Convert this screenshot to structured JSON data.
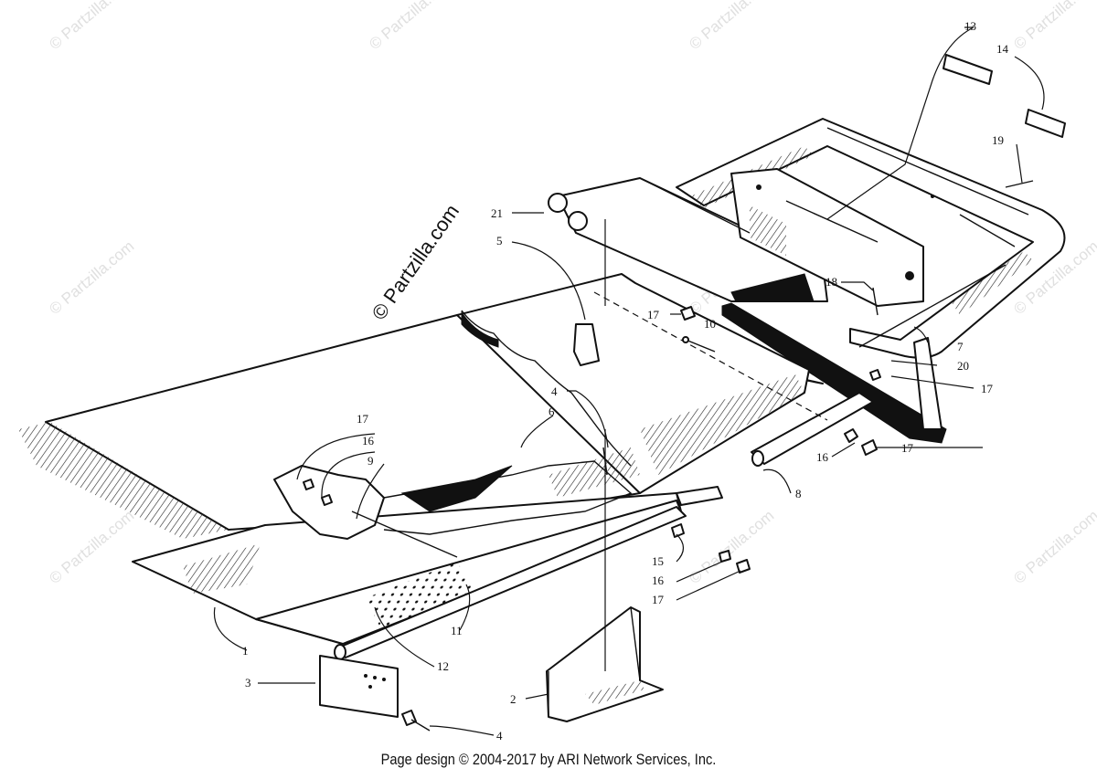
{
  "watermark": {
    "small": "© Partzilla.com",
    "main": "© Partzilla.com"
  },
  "footer": {
    "text": "Page design © 2004-2017 by ARI Network Services, Inc."
  },
  "callouts": [
    "1",
    "2",
    "3",
    "4",
    "4",
    "5",
    "6",
    "7",
    "8",
    "9",
    "10",
    "11",
    "12",
    "13",
    "14",
    "15",
    "16",
    "16",
    "16",
    "17",
    "17",
    "17",
    "17",
    "17",
    "18",
    "19",
    "20",
    "21"
  ]
}
